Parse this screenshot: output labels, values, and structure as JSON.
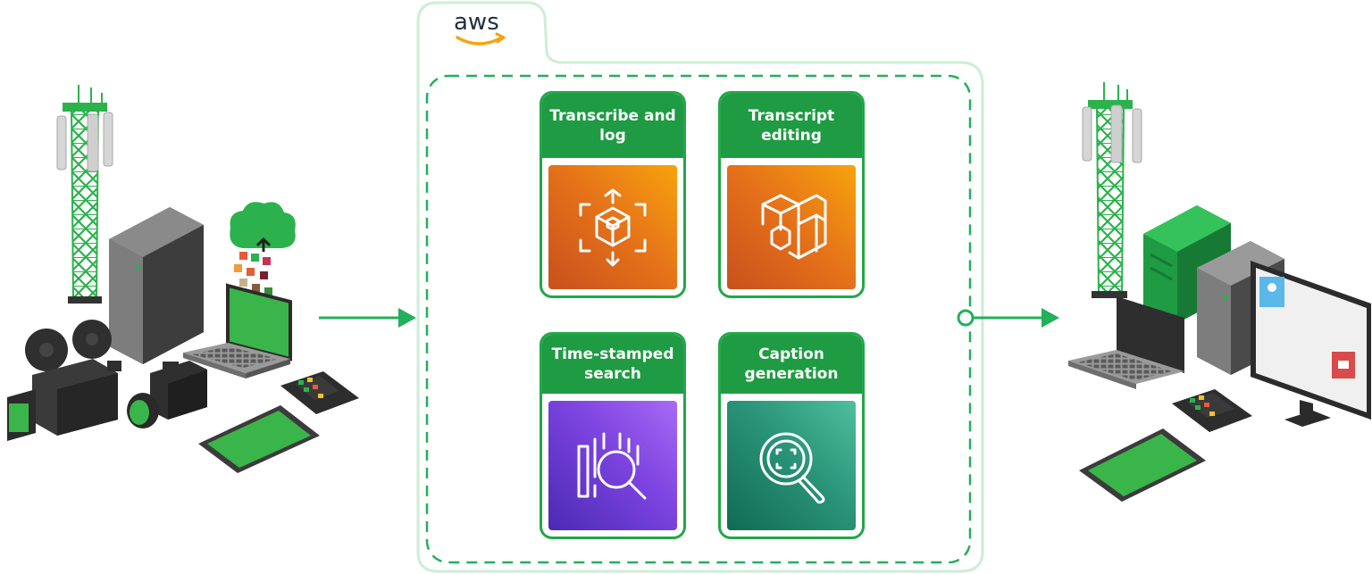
{
  "aws_logo": {
    "text": "aws"
  },
  "services": [
    {
      "label": "Transcribe and log",
      "tile_color": "#e4701a",
      "icon": "cube-in-brackets-icon"
    },
    {
      "label": "Transcript editing",
      "tile_color": "#e4701a",
      "icon": "stacked-cubes-icon"
    },
    {
      "label": "Time-stamped search",
      "tile_color": "#7b43df",
      "icon": "magnifier-over-bars-icon"
    },
    {
      "label": "Caption generation",
      "tile_color": "#2a9478",
      "icon": "focus-magnifier-icon"
    }
  ],
  "colors": {
    "brand_green": "#1f9b43",
    "flow_green": "#22b05a",
    "aws_orange": "#f7a30d",
    "outer_frame": "#cdeed4"
  }
}
